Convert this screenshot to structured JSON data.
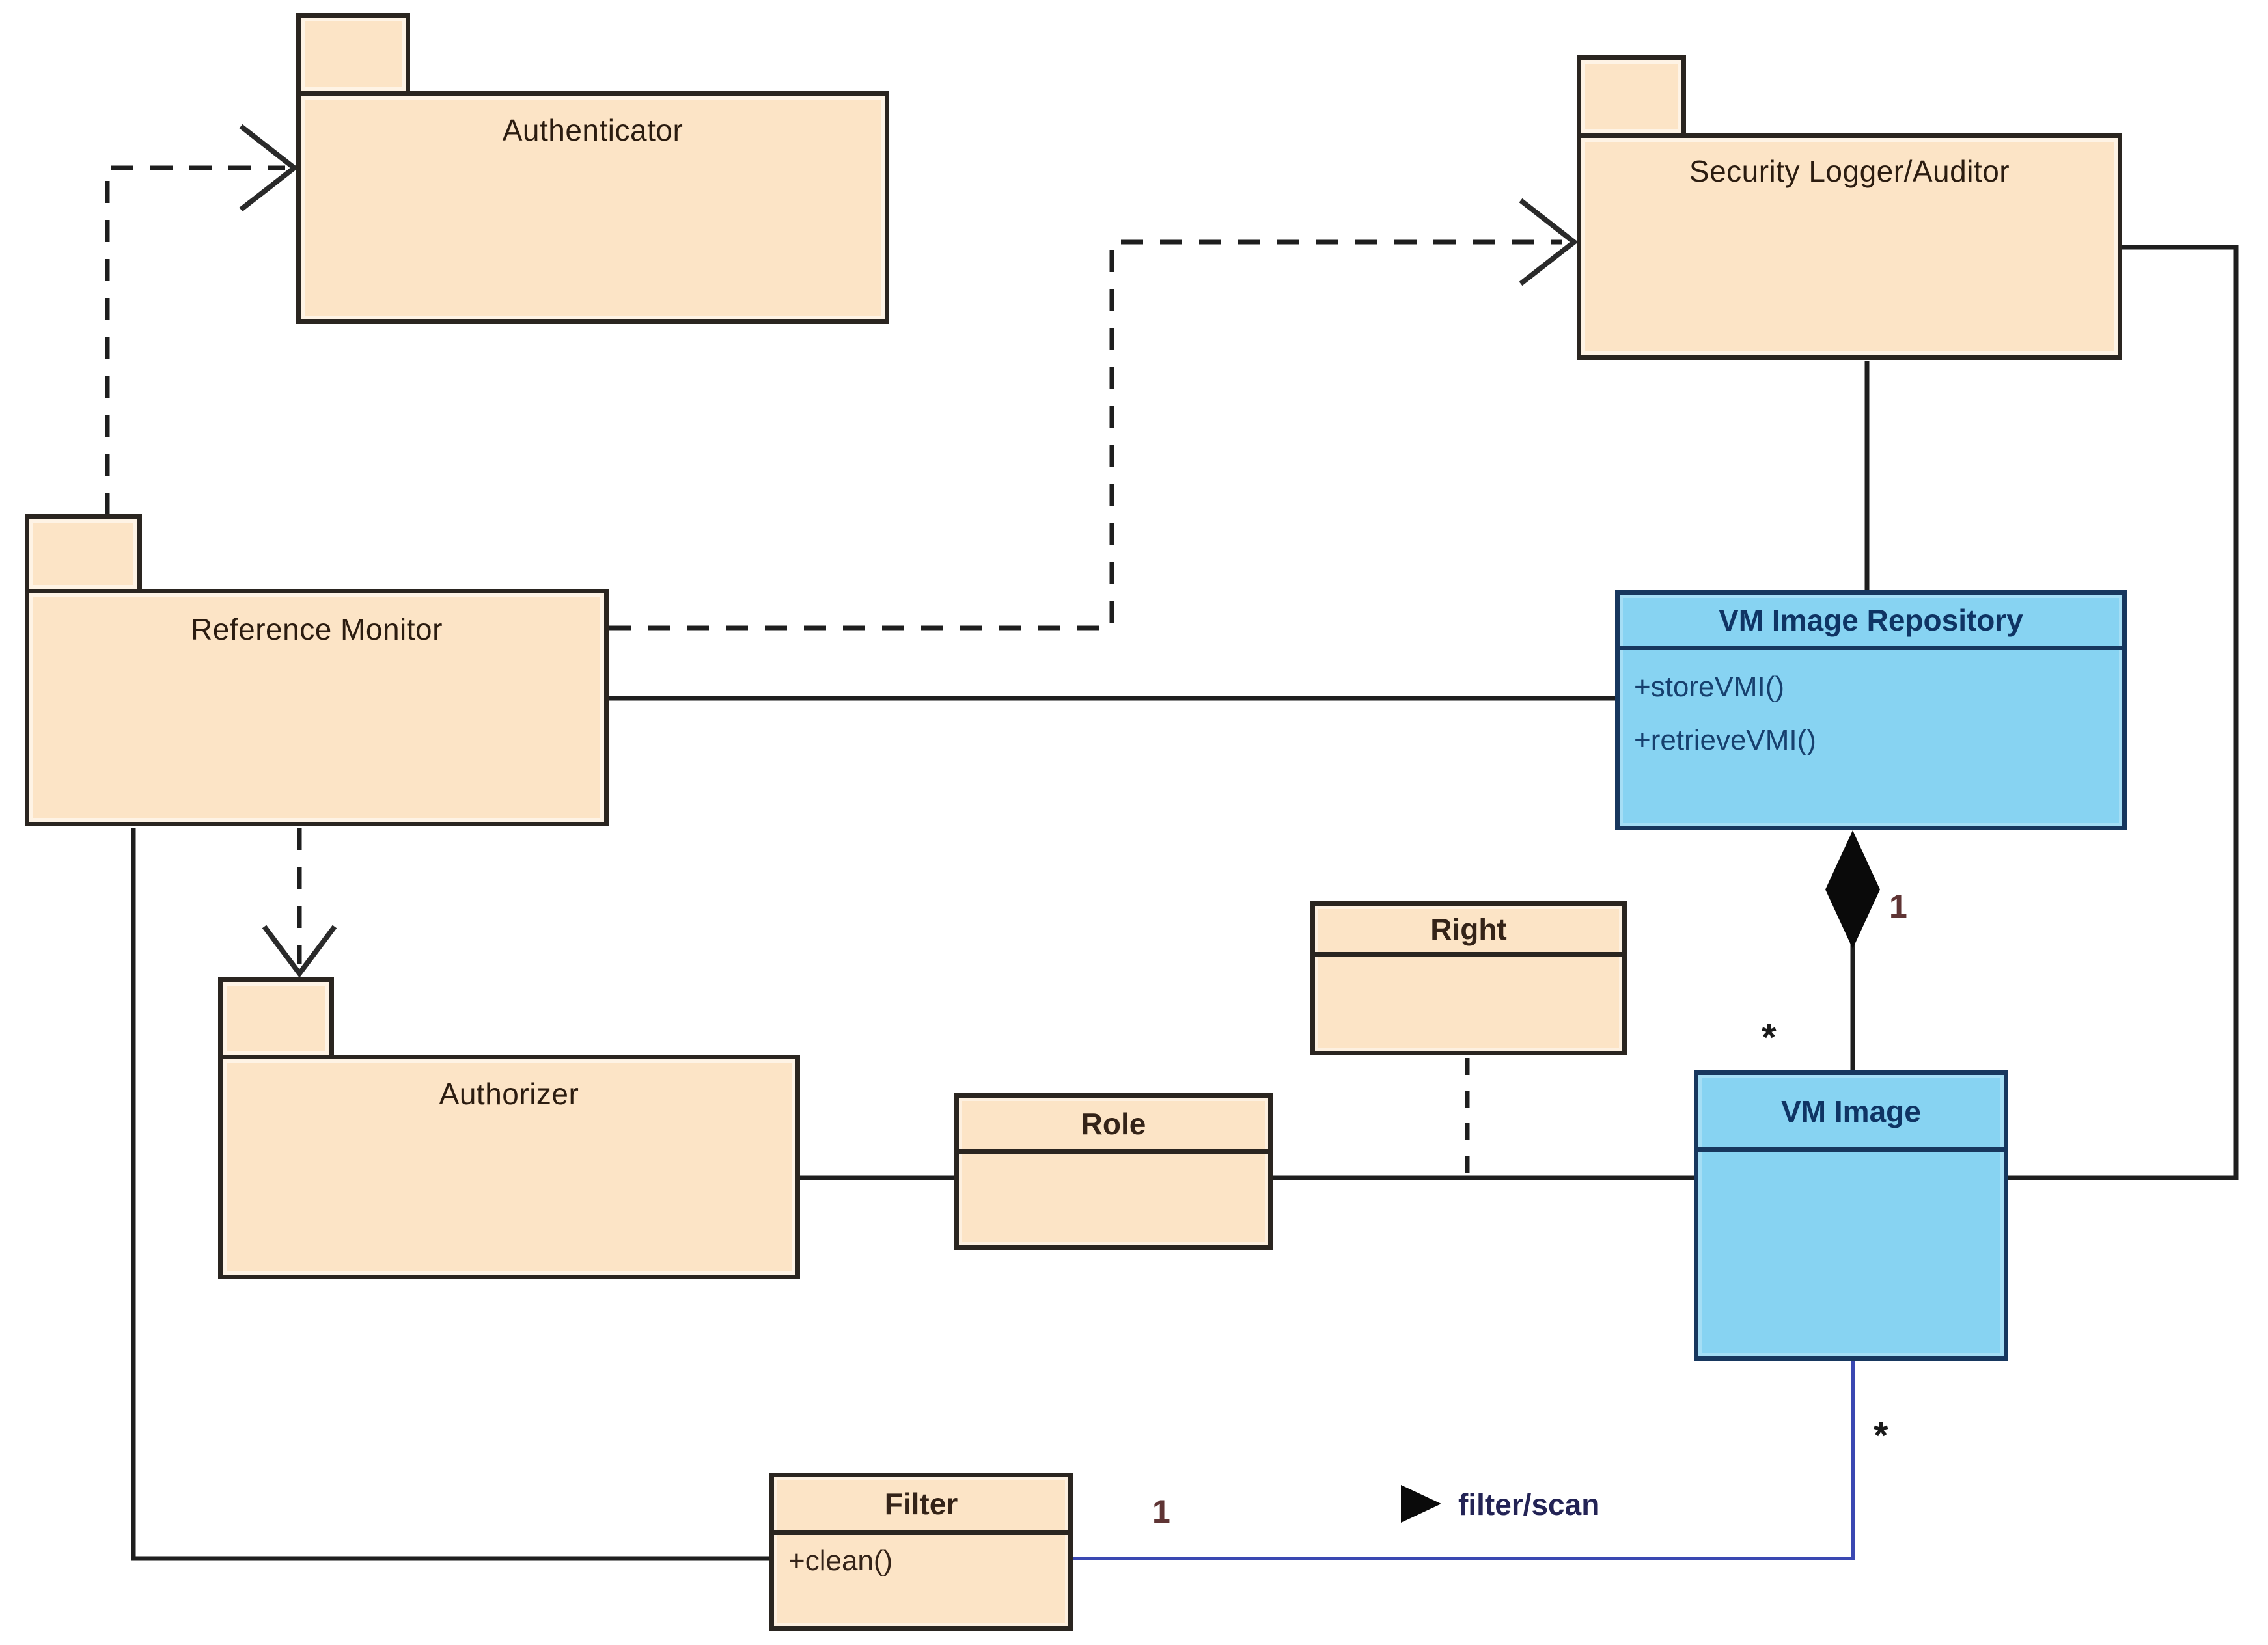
{
  "diagram_type": "uml-package-class-diagram",
  "nodes": {
    "authenticator": {
      "type": "package",
      "label": "Authenticator"
    },
    "security_logger_auditor": {
      "type": "package",
      "label": "Security Logger/Auditor"
    },
    "reference_monitor": {
      "type": "package",
      "label": "Reference Monitor"
    },
    "authorizer": {
      "type": "package",
      "label": "Authorizer"
    },
    "vm_image_repository": {
      "type": "class",
      "label": "VM Image Repository",
      "methods": [
        "+storeVMI()",
        "+retrieveVMI()"
      ]
    },
    "right": {
      "type": "class",
      "label": "Right",
      "methods": []
    },
    "role": {
      "type": "class",
      "label": "Role",
      "methods": []
    },
    "vm_image": {
      "type": "class",
      "label": "VM Image",
      "methods": []
    },
    "filter": {
      "type": "class",
      "label": "Filter",
      "methods": [
        "+clean()"
      ]
    }
  },
  "edge_labels": {
    "repo_composition_parent_mult": "1",
    "repo_composition_child_mult": "*",
    "vmimage_filter_child_mult": "*",
    "vmimage_filter_one_mult": "1",
    "filter_scan_association": "filter/scan"
  },
  "colors": {
    "package_fill": "#fce4c6",
    "class_blue_fill": "#87d3f2",
    "border_dark": "#2a2520",
    "border_navy": "#17375e",
    "title_dark": "#2b1c10",
    "title_navy": "#0f3464",
    "line_black": "#1e1e1e",
    "line_blue": "#3a48b2",
    "multiplicity_maroon": "#5f3434",
    "assoc_label_navy": "#232355",
    "background": "#ffffff"
  }
}
